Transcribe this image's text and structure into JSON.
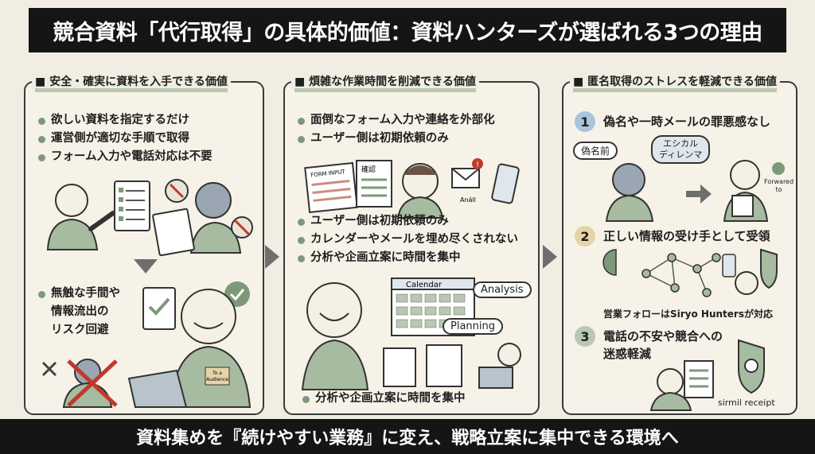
{
  "title": "競合資料「代行取得」の具体的価値：資料ハンターズが選ばれる3つの理由",
  "footer": "資料集めを『続けやすい業務』に変え、戦略立案に集中できる環境へ",
  "panel1": {
    "heading": "■ 安全・確実に資料を入手できる価値",
    "bullets": [
      "欲しい資料を指定するだけ",
      "運営側が適切な手順で取得",
      "フォーム入力や電話対応は不要"
    ],
    "bottom_bullet": [
      "無触な手間や",
      "情報流出の",
      "リスク回避"
    ],
    "sticker": "To a Audience"
  },
  "panel2": {
    "heading": "■ 煩雑な作業時間を削減できる価値",
    "bullets": [
      "面倒なフォーム入力や連絡を外部化",
      "ユーザー側は初期依頼のみ"
    ],
    "bullets2": [
      "ユーザー側は初期依頼のみ",
      "カレンダーやメールを埋め尽くされない",
      "分析や企画立案に時間を集中"
    ],
    "bottom_bullet": "分析や企画立案に時間を集中",
    "form_label": "FORM INPUT",
    "sheet_label": "確認",
    "mail_label": "Análl",
    "calendar_label": "Calendar",
    "bubble_analysis": "Analysis",
    "bubble_planning": "Planning"
  },
  "panel3": {
    "heading": "■ 匿名取得のストレスを軽減できる価値",
    "items": [
      {
        "num": "1",
        "text": "偽名や一時メールの罪悪感なし"
      },
      {
        "num": "2",
        "text": "正しい情報の受け手として受領"
      },
      {
        "num": "3",
        "text": "電話の不安や競合への"
      }
    ],
    "item3_line2": "迷惑軽減",
    "bubble_fake": "偽名前",
    "bubble_ethical": "エシカル\nディレンマ",
    "forwarded": "Forwared\nto",
    "sales_note": "営業フォローはSiryo Huntersが対応",
    "receipt": "sirmil receipt"
  },
  "colors": {
    "accent_green": "#7e9879",
    "dark": "#151515",
    "paper": "#f1ede2",
    "alert_red": "#c0392b",
    "num_blue": "#a9c4dc",
    "num_tan": "#e6d3a8"
  }
}
